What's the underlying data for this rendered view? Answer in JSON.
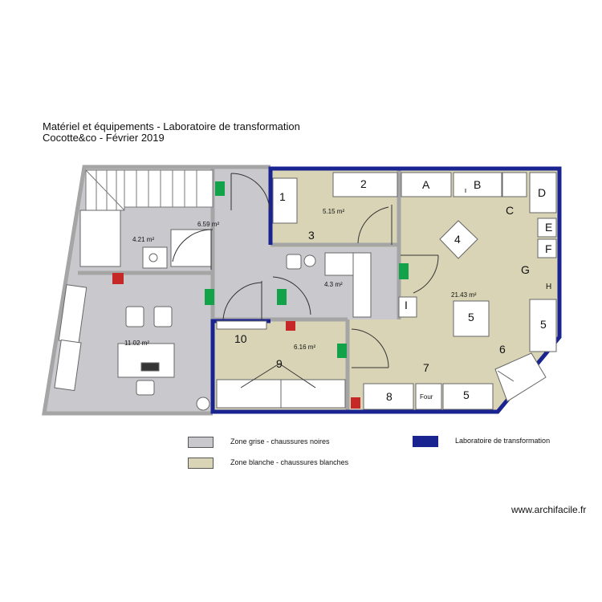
{
  "header": {
    "title_line1": "Matériel et équipements - Laboratoire de transformation",
    "title_line2": "Cocotte&co - Février 2019"
  },
  "colors": {
    "grey_zone": "#c9c8cc",
    "white_zone": "#d8d4b5",
    "lab_border": "#1a2490",
    "wall": "#a5a5a5",
    "furniture": "#ffffff",
    "exit_green": "#12a24a",
    "fire_red": "#c62828"
  },
  "rooms": {
    "hall": "4.21 m²",
    "corridor": "6.59 m²",
    "office": "11.02 m²",
    "room_a": "5.15 m²",
    "room_b": "4.3 m²",
    "lab": "21.43 m²",
    "room_c": "6.16 m²"
  },
  "equipment": {
    "e1": "1",
    "e2": "2",
    "e3": "3",
    "e4": "4",
    "e5a": "5",
    "e5b": "5",
    "e5c": "5",
    "e6": "6",
    "e7": "7",
    "e8": "8",
    "e9": "9",
    "e10": "10",
    "eA": "A",
    "eB": "B",
    "eC": "C",
    "eD": "D",
    "eE": "E",
    "eF": "F",
    "eG": "G",
    "eH": "H",
    "eI": "I",
    "four": "Four"
  },
  "legend": {
    "grey": "Zone grise - chaussures noires",
    "white": "Zone blanche - chaussures blanches",
    "lab": "Laboratoire de transformation"
  },
  "watermark": "www.archifacile.fr"
}
